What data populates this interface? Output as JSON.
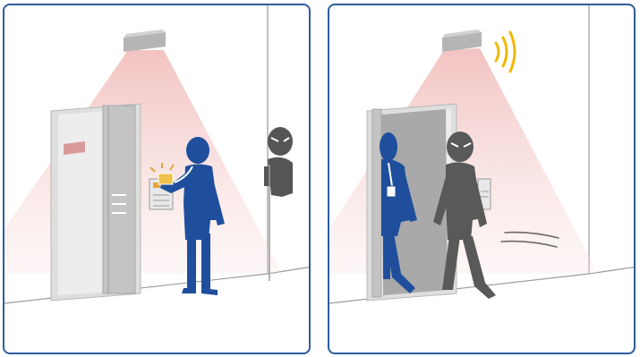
{
  "panels": [
    {
      "scene": "authorized-entry",
      "figures": [
        "employee-badge-holder",
        "tailgater-hiding"
      ]
    },
    {
      "scene": "tailgating-detected",
      "figures": [
        "employee-entering",
        "tailgater-following"
      ],
      "alert": true
    }
  ],
  "colors": {
    "frame": "#2e5d9c",
    "employee": "#1f4f9c",
    "intruder": "#585858",
    "sensor_beam": "#f3c9c7",
    "sensor_box": "#a8a8a8",
    "alert_waves": "#f2b800",
    "door_frame": "#d2d2d2",
    "door_panel": "#c6c6c6"
  },
  "icons": [
    "ceiling-sensor-icon",
    "alarm-wave-icon",
    "card-reader-icon",
    "id-badge-icon",
    "motion-lines-icon"
  ]
}
